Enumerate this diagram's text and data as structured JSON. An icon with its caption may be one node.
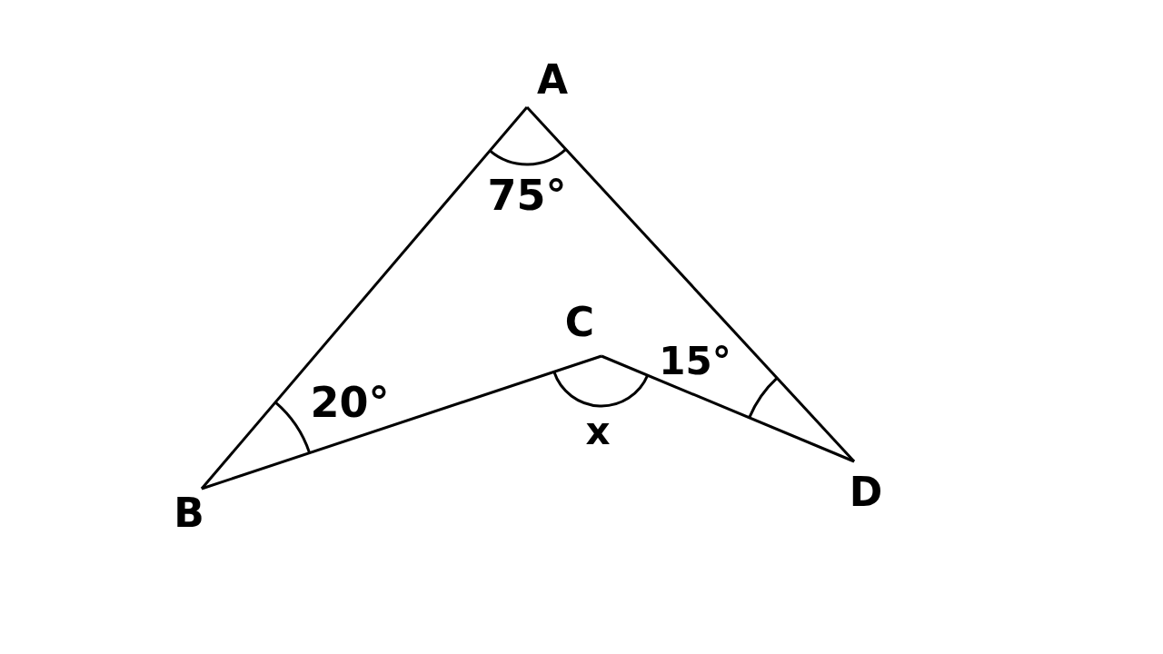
{
  "diagram": {
    "nodes": [
      {
        "text": [
          "A"
        ]
      },
      {
        "text": [
          "B"
        ]
      },
      {
        "text": [
          "C"
        ]
      },
      {
        "text": [
          "D"
        ]
      }
    ],
    "edges": [
      {
        "from": 0,
        "to": 1,
        "arrow": "none"
      },
      {
        "from": 1,
        "to": 2,
        "arrow": "none"
      },
      {
        "from": 2,
        "to": 3,
        "arrow": "none"
      },
      {
        "from": 0,
        "to": 3,
        "arrow": "none"
      }
    ],
    "labels": [
      "75°",
      "20°",
      "15°",
      "x"
    ]
  }
}
